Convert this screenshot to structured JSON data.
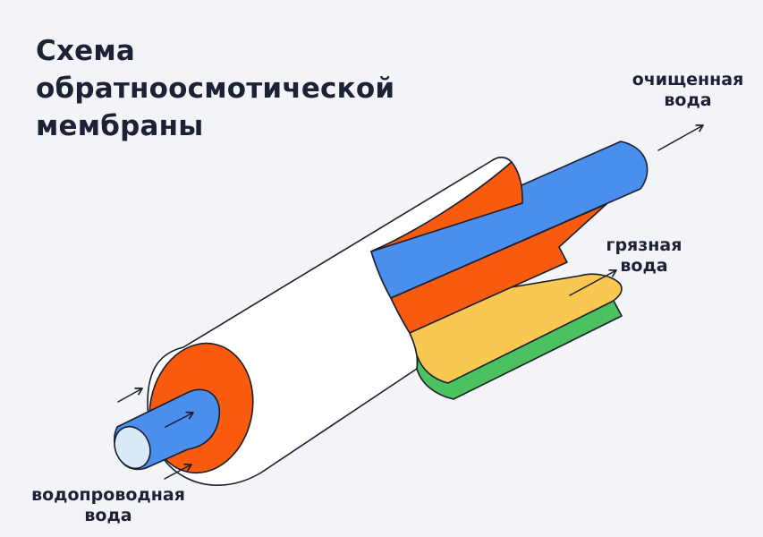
{
  "title": {
    "line1": "Схема",
    "line2": "обратноосмотической",
    "line3": "мембраны"
  },
  "labels": {
    "clean_water": {
      "line1": "очищенная",
      "line2": "вода"
    },
    "dirty_water": {
      "line1": "грязная",
      "line2": "вода"
    },
    "tap_water": {
      "line1": "водопроводная",
      "line2": "вода"
    }
  },
  "colors": {
    "background": "#F2F4F8",
    "housing_white": "#FFFFFF",
    "orange": "#F95B0E",
    "blue": "#4A8FEE",
    "pale_blue_face": "#D9EAF9",
    "yellow": "#F9C851",
    "green": "#4CC15F",
    "outline": "#1B1E2E",
    "text": "#1C2235"
  }
}
